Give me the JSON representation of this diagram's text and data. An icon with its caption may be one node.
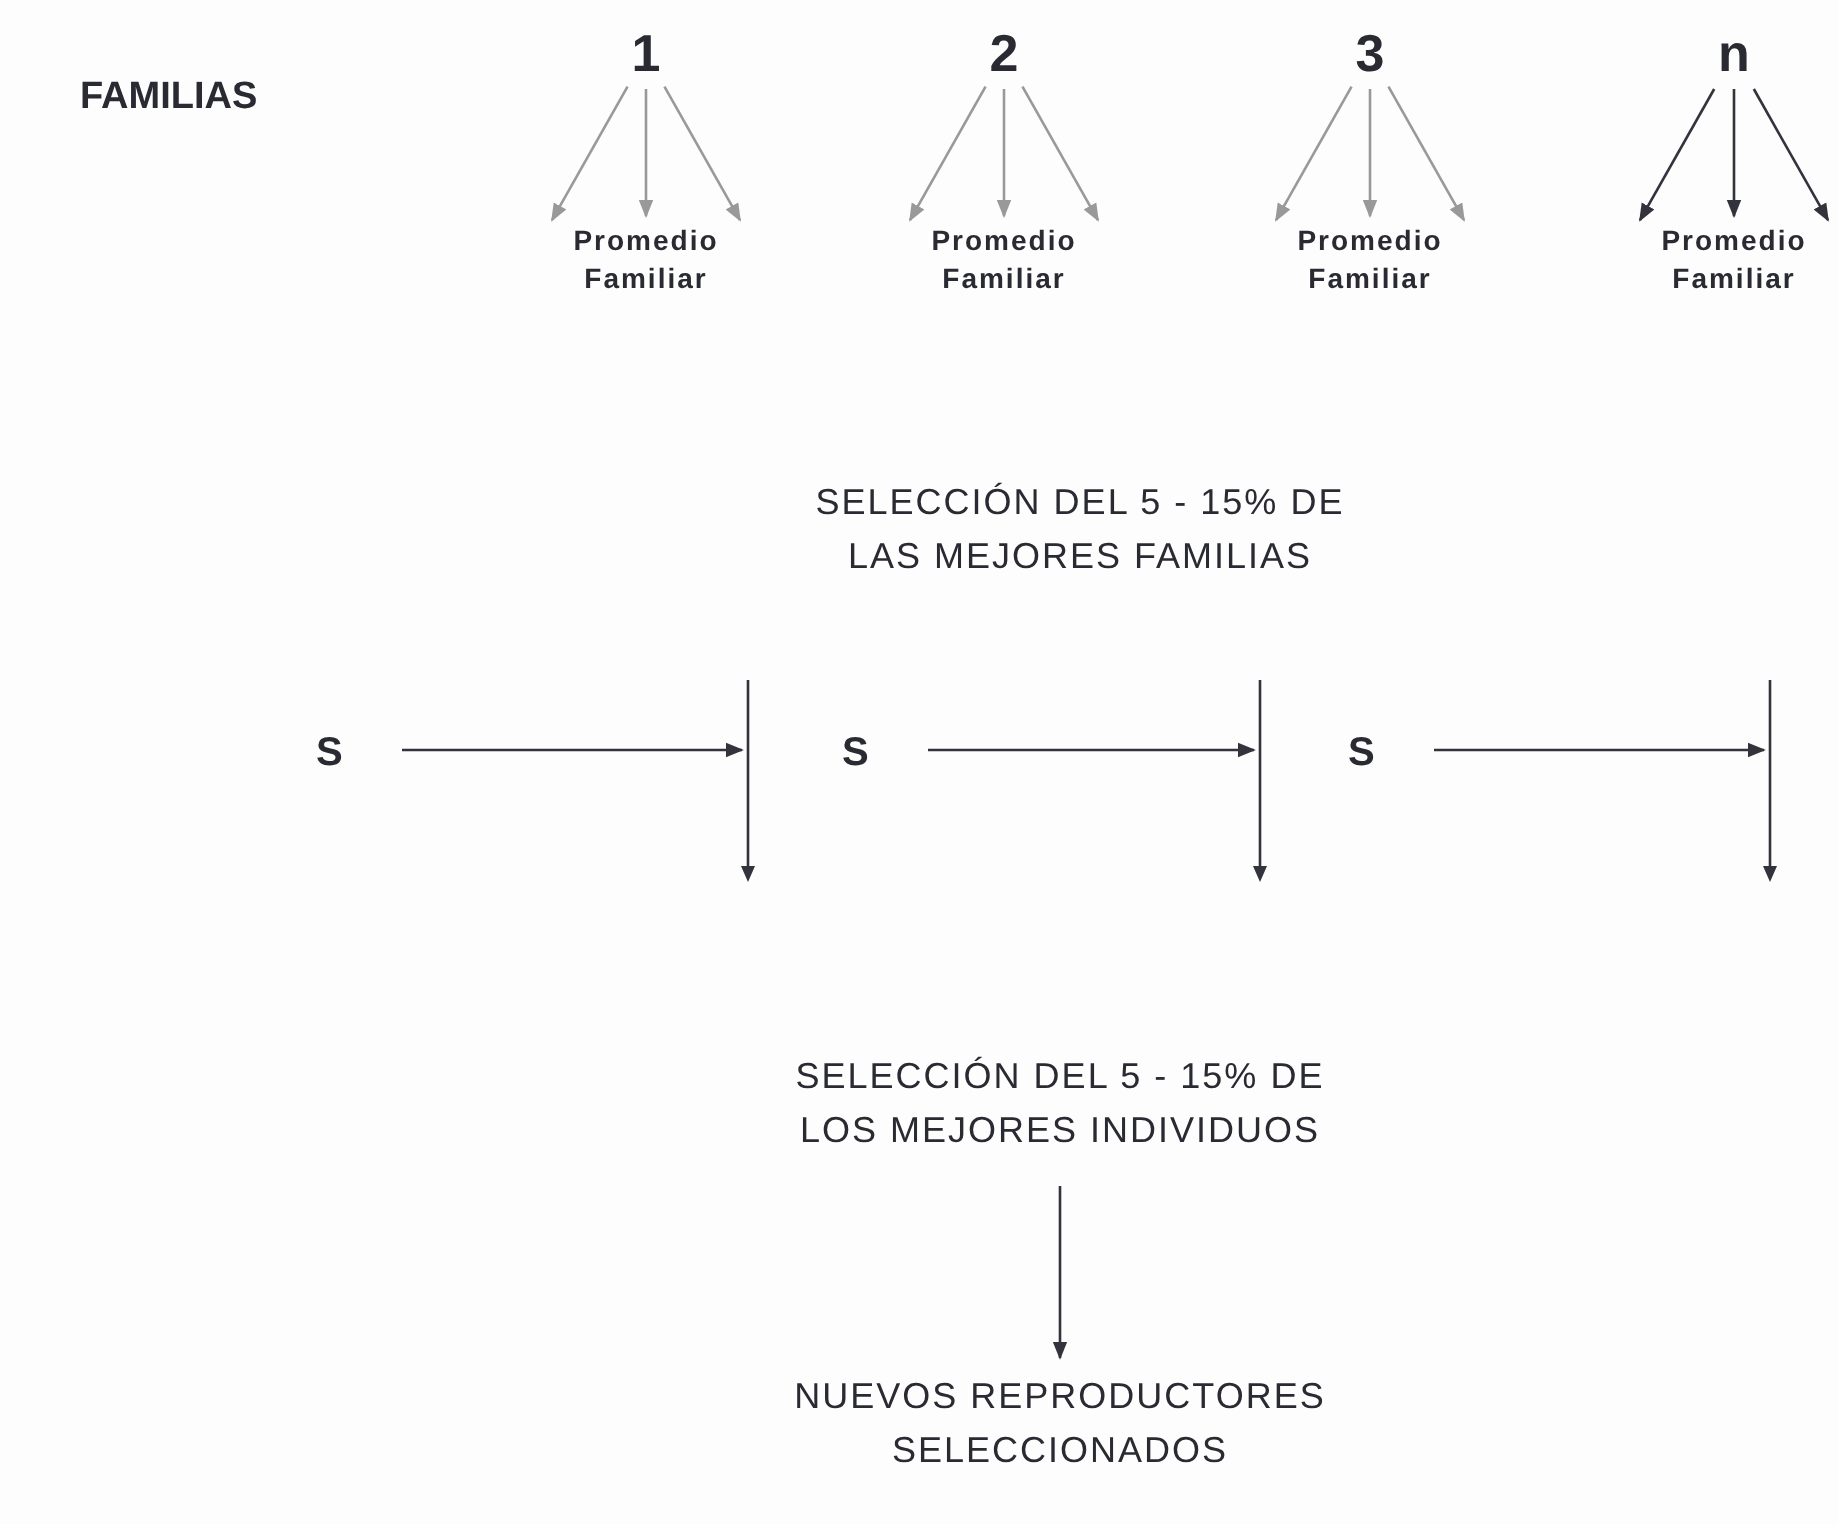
{
  "diagram": {
    "nodes": [
      {
        "text": [
          "1"
        ]
      },
      {
        "text": [
          "Promedio Familiar"
        ]
      },
      {
        "text": [
          "2"
        ]
      },
      {
        "text": [
          "Promedio Familiar"
        ]
      },
      {
        "text": [
          "3"
        ]
      },
      {
        "text": [
          "Promedio Familiar"
        ]
      },
      {
        "text": [
          "n"
        ]
      },
      {
        "text": [
          "Promedio Familiar"
        ]
      },
      {
        "text": [
          "SELECCIÓN DEL 5 - 15% DE LAS MEJORES FAMILIAS"
        ]
      },
      {
        "text": [
          "S"
        ]
      },
      {
        "text": [
          "S"
        ]
      },
      {
        "text": [
          "S"
        ]
      },
      {
        "text": [
          "SELECCIÓN DEL 5 - 15% DE LOS MEJORES INDIVIDUOS"
        ]
      },
      {
        "text": [
          "NUEVOS REPRODUCTORES SELECCIONADOS"
        ]
      },
      {
        "text": [],
        "shape": "bar"
      },
      {
        "text": [],
        "shape": "bar"
      },
      {
        "text": [],
        "shape": "bar"
      }
    ],
    "edges": [
      {
        "from": 0,
        "to": 1,
        "arrow": "to"
      },
      {
        "from": 0,
        "to": 1,
        "arrow": "to"
      },
      {
        "from": 0,
        "to": 1,
        "arrow": "to"
      },
      {
        "from": 2,
        "to": 3,
        "arrow": "to"
      },
      {
        "from": 2,
        "to": 3,
        "arrow": "to"
      },
      {
        "from": 2,
        "to": 3,
        "arrow": "to"
      },
      {
        "from": 4,
        "to": 5,
        "arrow": "to"
      },
      {
        "from": 4,
        "to": 5,
        "arrow": "to"
      },
      {
        "from": 4,
        "to": 5,
        "arrow": "to"
      },
      {
        "from": 6,
        "to": 7,
        "arrow": "to",
        "color": "#33333d"
      },
      {
        "from": 6,
        "to": 7,
        "arrow": "to",
        "color": "#33333d"
      },
      {
        "from": 6,
        "to": 7,
        "arrow": "to",
        "color": "#33333d"
      },
      {
        "from": 9,
        "to": 14,
        "arrow": "to",
        "color": "#33333d"
      },
      {
        "from": 10,
        "to": 15,
        "arrow": "to",
        "color": "#33333d"
      },
      {
        "from": 11,
        "to": 16,
        "arrow": "to",
        "color": "#33333d"
      },
      {
        "from": 12,
        "to": 13,
        "arrow": "to",
        "color": "#33333d"
      }
    ],
    "labels": [
      "FAMILIAS"
    ]
  }
}
